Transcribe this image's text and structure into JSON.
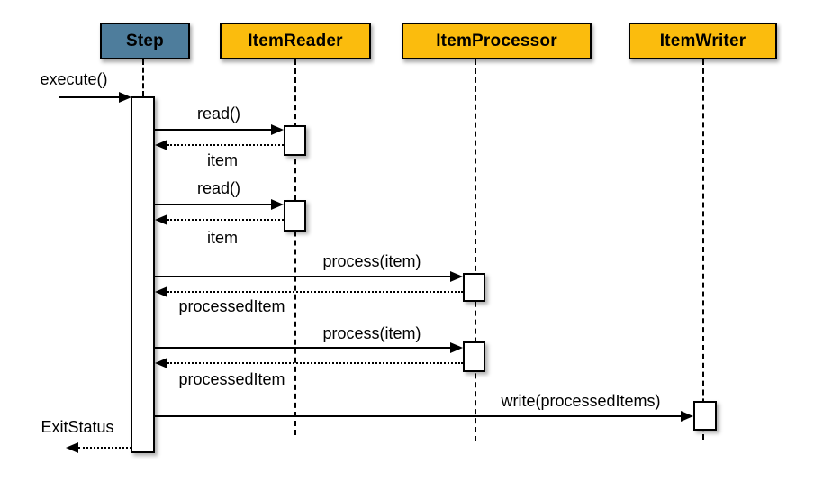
{
  "diagram": {
    "type": "uml-sequence-diagram",
    "title": "Step / ItemReader / ItemProcessor / ItemWriter chunk processing sequence",
    "colors": {
      "step_header_fill": "#4e7d9c",
      "actor_header_fill": "#fbbc0d",
      "border": "#000000",
      "line": "#000000",
      "text": "#000000",
      "background": "#ffffff",
      "activation_fill": "#ffffff"
    },
    "actors": [
      {
        "label": "Step"
      },
      {
        "label": "ItemReader"
      },
      {
        "label": "ItemProcessor"
      },
      {
        "label": "ItemWriter"
      }
    ],
    "messages": [
      {
        "label": "execute()",
        "kind": "call",
        "from": "external",
        "to": "Step"
      },
      {
        "label": "read()",
        "kind": "call",
        "from": "Step",
        "to": "ItemReader"
      },
      {
        "label": "item",
        "kind": "return",
        "from": "ItemReader",
        "to": "Step"
      },
      {
        "label": "read()",
        "kind": "call",
        "from": "Step",
        "to": "ItemReader"
      },
      {
        "label": "item",
        "kind": "return",
        "from": "ItemReader",
        "to": "Step"
      },
      {
        "label": "process(item)",
        "kind": "call",
        "from": "Step",
        "to": "ItemProcessor"
      },
      {
        "label": "processedItem",
        "kind": "return",
        "from": "ItemProcessor",
        "to": "Step"
      },
      {
        "label": "process(item)",
        "kind": "call",
        "from": "Step",
        "to": "ItemProcessor"
      },
      {
        "label": "processedItem",
        "kind": "return",
        "from": "ItemProcessor",
        "to": "Step"
      },
      {
        "label": "write(processedItems)",
        "kind": "call",
        "from": "Step",
        "to": "ItemWriter"
      },
      {
        "label": "ExitStatus",
        "kind": "return",
        "from": "Step",
        "to": "external"
      }
    ]
  }
}
